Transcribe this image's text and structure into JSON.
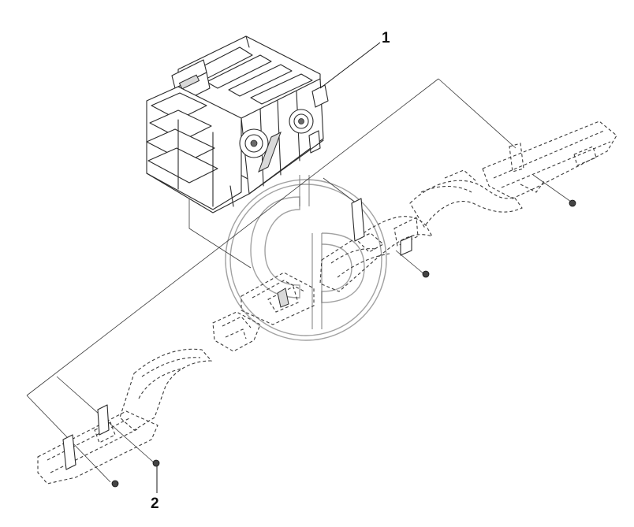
{
  "diagram": {
    "callouts": [
      {
        "id": "1",
        "label": "1"
      },
      {
        "id": "2",
        "label": "2"
      }
    ],
    "icons": [
      "hvac-unit-icon",
      "air-duct-icon",
      "bolt-icon",
      "watermark-logo-icon"
    ],
    "colors": {
      "line": "#2a2a2a",
      "background": "#ffffff",
      "watermark": "#7a7a7a"
    }
  }
}
